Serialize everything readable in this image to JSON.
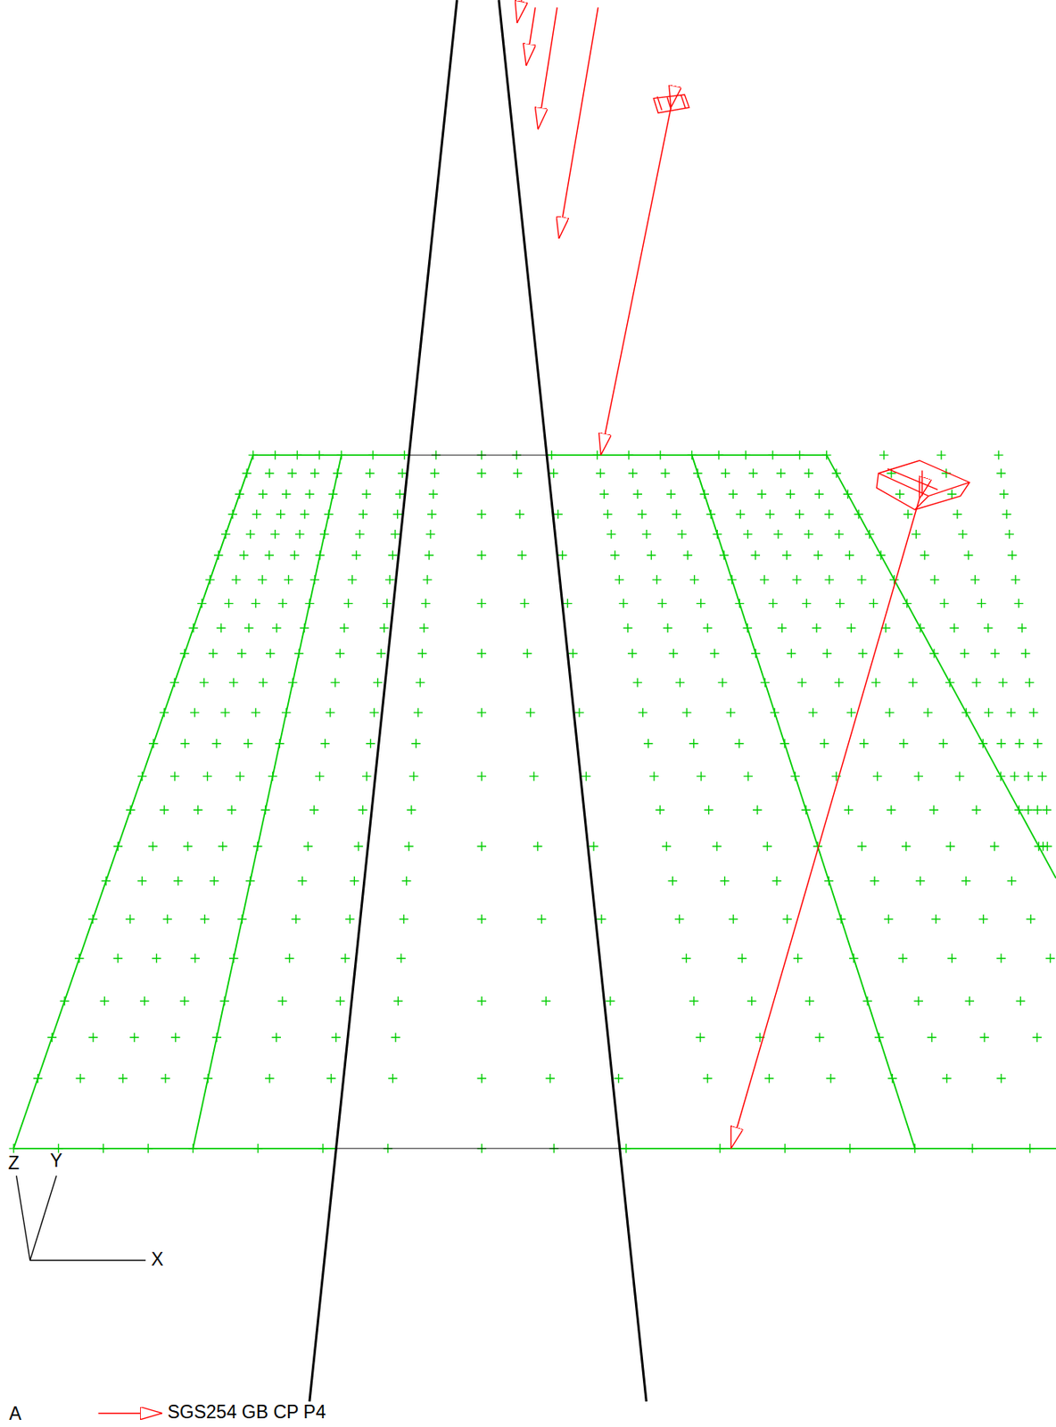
{
  "diagram": {
    "labels": [
      "Z",
      "Y",
      "X",
      "A"
    ],
    "legend": [
      {
        "text": "SGS254 GB CP P4"
      }
    ]
  }
}
